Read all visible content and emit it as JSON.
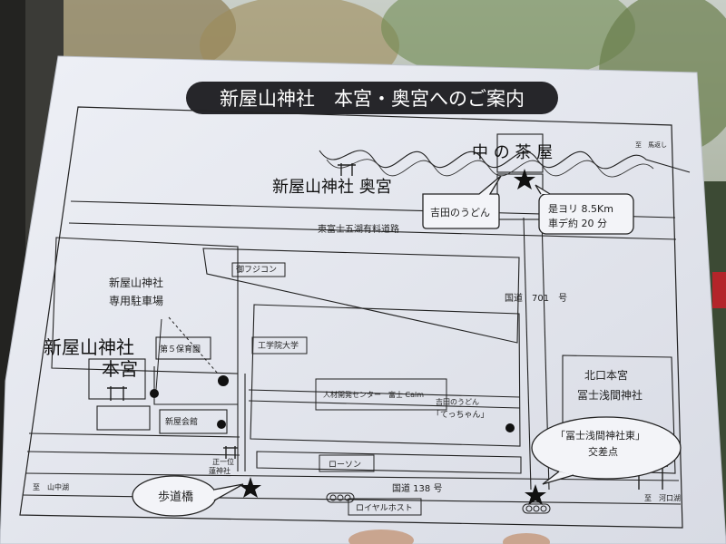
{
  "title": "新屋山神社　本宮・奥宮へのご案内",
  "places": {
    "naka_no_chaya": "中 の 茶 屋",
    "okumiya": "新屋山神社 奥宮",
    "yoshida_udon": "吉田のうどん",
    "distance_line1": "是ヨリ 8.5Km",
    "distance_line2": "車デ約 20 分",
    "toll_road": "東富士五湖有料道路",
    "parking_line1": "新屋山神社",
    "parking_line2": "専用駐車場",
    "hongu_line1": "新屋山神社",
    "hongu_line2": "本宮",
    "fujikon": "御フジコン",
    "national_701": "国道　701　号",
    "hoikuen": "第５保育園",
    "college": "工学院大学",
    "center": "人材開発センター　富士 Calm",
    "tecchan_line1": "吉田のうどん",
    "tecchan_line2": "「てっちゃん」",
    "kaikan": "新屋会館",
    "kitaguchi_line1": "北口本宮",
    "kitaguchi_line2": "冨士浅間神社",
    "intersection_line1": "「冨士浅間神社東」",
    "intersection_line2": "交差点",
    "shrine_line1": "正一位",
    "shrine_line2": "蓮神社",
    "lawson": "ローソン",
    "national_138": "国道 138 号",
    "royal_host": "ロイヤルホスト",
    "footbridge": "歩道橋",
    "to_yamanakako": "至　山中湖",
    "to_kawaguchiko": "至　河口湖",
    "to_umagaeshi": "至　馬返し"
  },
  "colors": {
    "paper": "#e3e6ee",
    "ink": "#1e1e1e",
    "title_bg": "#26262a",
    "title_text": "#ffffff"
  }
}
